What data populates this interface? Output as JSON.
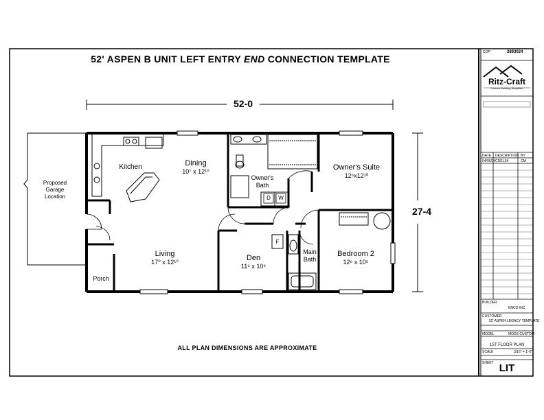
{
  "title": {
    "prefix": "52' ASPEN B UNIT LEFT ENTRY",
    "italic": "END",
    "suffix": "CONNECTION TEMPLATE"
  },
  "dimensions": {
    "width": "52-0",
    "depth": "27-4"
  },
  "garage": {
    "line1": "Proposed",
    "line2": "Garage",
    "line3": "Location"
  },
  "rooms": {
    "kitchen": {
      "name": "Kitchen"
    },
    "dining": {
      "name": "Dining",
      "size": "10⁷ x 12¹⁰"
    },
    "owners_bath": {
      "line1": "Owner's",
      "line2": "Bath"
    },
    "owners_suite": {
      "name": "Owner's Suite",
      "size": "12⁶x12¹⁰"
    },
    "living": {
      "name": "Living",
      "size": "17⁰ x 12¹⁰"
    },
    "den": {
      "name": "Den",
      "size": "11⁶ x 10⁶"
    },
    "main_bath": {
      "line1": "Main",
      "line2": "Bath"
    },
    "bedroom2": {
      "name": "Bedroom 2",
      "size": "12⁶ x 10⁵"
    },
    "porch": {
      "name": "Porch"
    }
  },
  "fixtures": {
    "d": "D",
    "w": "W",
    "f": "F"
  },
  "footer_note": "ALL PLAN DIMENSIONS ARE APPROXIMATE",
  "title_block": {
    "cop_label": "COP",
    "cop_value": "2893024",
    "brand": "Ritz-Craft",
    "tagline": "Custom Building Simplified",
    "rev_headers": [
      "DATE",
      "DESCRIPTION",
      "BY"
    ],
    "rev_row": [
      "04/06/24",
      "CDELS4",
      "CM"
    ],
    "builder_label": "BUILDER",
    "builder_value": "ENCO INC",
    "customer_label": "CUSTOMER",
    "customer_value": "52' ASPEN LEGACY TEMPLATE",
    "model_label": "MODEL",
    "model_value": "MODS CUSTOM",
    "sheet_title": "1ST FLOOR PLAN",
    "scale_label": "SCALE",
    "scale_value": "3/16\" = 1'-0\"",
    "sheet_label": "SHEET",
    "sheet_value": "LIT"
  }
}
